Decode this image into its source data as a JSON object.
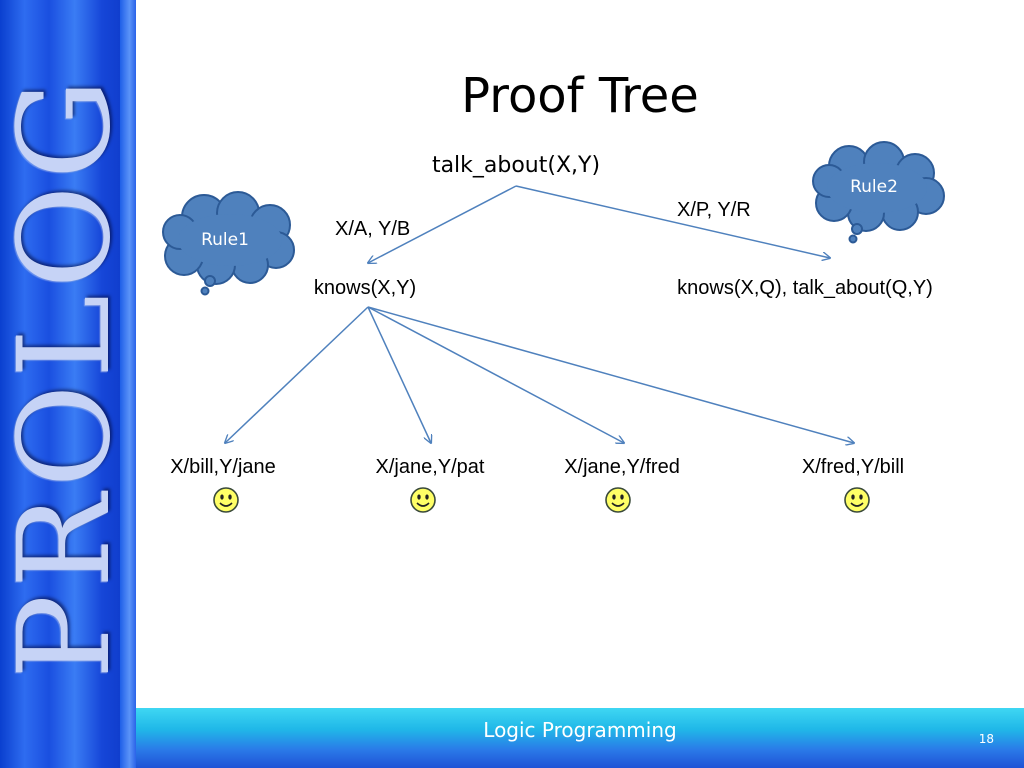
{
  "sidebar": {
    "brand": "PROLOG"
  },
  "slide": {
    "title": "Proof Tree",
    "number": "18"
  },
  "footer": {
    "text": "Logic Programming"
  },
  "diagram": {
    "root": "talk_about(X,Y)",
    "edge_left_label": "X/A, Y/B",
    "edge_right_label": "X/P, Y/R",
    "node_left": "knows(X,Y)",
    "node_right": "knows(X,Q), talk_about(Q,Y)",
    "bubble_rule1": "Rule1",
    "bubble_rule2": "Rule2",
    "leaves": [
      "X/bill,Y/jane",
      "X/jane,Y/pat",
      "X/jane,Y/fred",
      "X/fred,Y/bill"
    ],
    "leaf_icon": "smiley-icon",
    "colors": {
      "edge": "#4f81bd",
      "bubble_fill": "#4f81bd",
      "bubble_stroke": "#2c5a96",
      "smiley": "#ffff66"
    }
  }
}
